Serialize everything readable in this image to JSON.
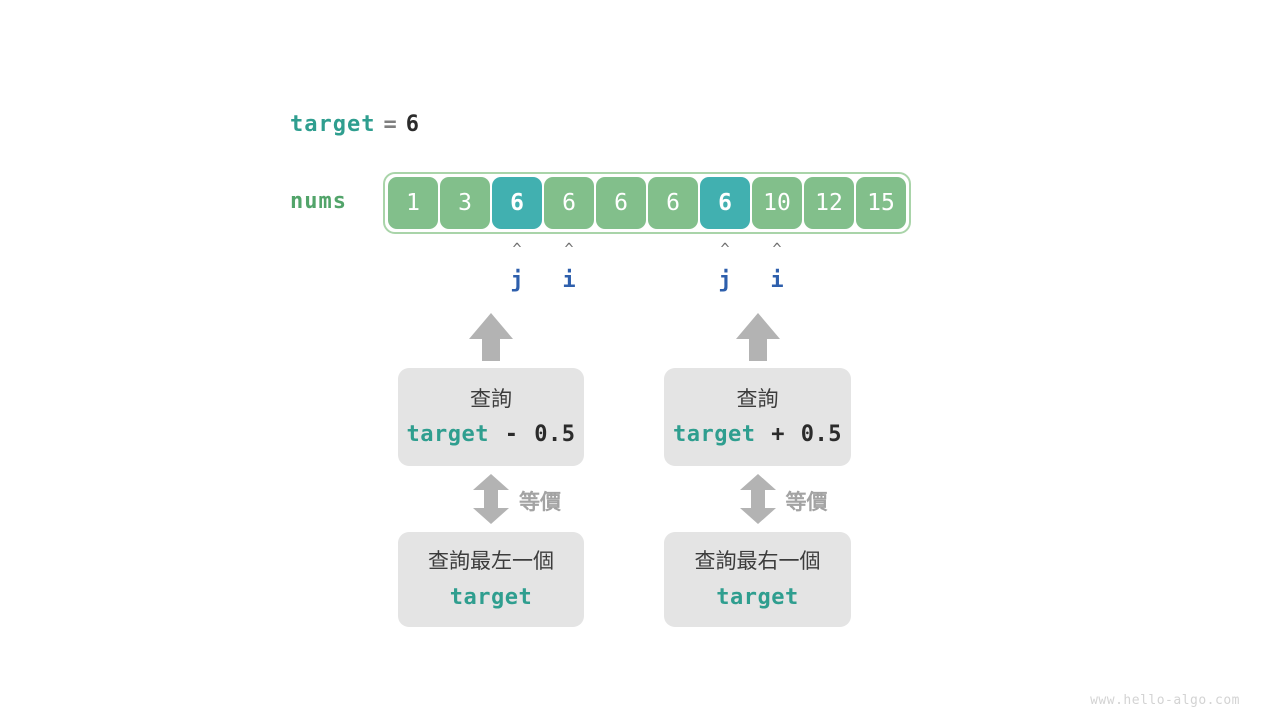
{
  "target_line": {
    "keyword": "target",
    "equals": "=",
    "value": "6"
  },
  "array": {
    "label": "nums",
    "cells": [
      {
        "value": "1",
        "highlight": false
      },
      {
        "value": "3",
        "highlight": false
      },
      {
        "value": "6",
        "highlight": true
      },
      {
        "value": "6",
        "highlight": false
      },
      {
        "value": "6",
        "highlight": false
      },
      {
        "value": "6",
        "highlight": false
      },
      {
        "value": "6",
        "highlight": true
      },
      {
        "value": "10",
        "highlight": false
      },
      {
        "value": "12",
        "highlight": false
      },
      {
        "value": "15",
        "highlight": false
      }
    ]
  },
  "pointers": {
    "caret_glyph": "^",
    "left_group": {
      "j": "j",
      "i": "i"
    },
    "right_group": {
      "j": "j",
      "i": "i"
    }
  },
  "branches": [
    {
      "query_box": {
        "line1": "查詢",
        "keyword": "target",
        "operator": "-",
        "number": "0.5"
      },
      "equiv_label": "等價",
      "result_box": {
        "line1": "查詢最左一個",
        "keyword": "target"
      }
    },
    {
      "query_box": {
        "line1": "查詢",
        "keyword": "target",
        "operator": "+",
        "number": "0.5"
      },
      "equiv_label": "等價",
      "result_box": {
        "line1": "查詢最右一個",
        "keyword": "target"
      }
    }
  ],
  "watermark": "www.hello-algo.com",
  "colors": {
    "keyword_teal": "#2f9e8f",
    "array_green": "#82bf8b",
    "array_highlight": "#41b0b0",
    "array_border": "#a9d4a9",
    "nums_label_green": "#52a46a",
    "pointer_blue": "#2e5fac",
    "arrow_grey": "#b3b3b3",
    "box_grey": "#e4e4e4"
  }
}
